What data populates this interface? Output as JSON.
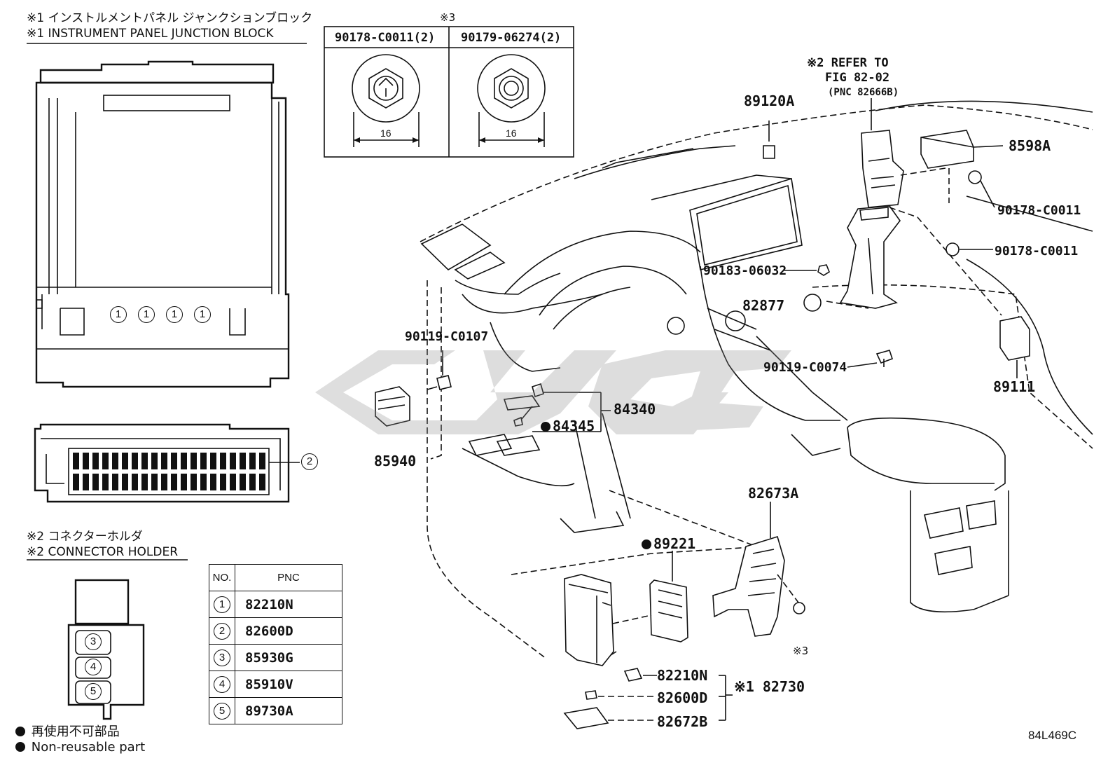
{
  "header": {
    "jb_jp": "※1 インストルメントパネル ジャンクションブロック",
    "jb_en": "※1 INSTRUMENT PANEL JUNCTION BLOCK",
    "ch_jp": "※2 コネクターホルダ",
    "ch_en": "※2 CONNECTOR HOLDER"
  },
  "fastener_box": {
    "marker": "※3",
    "left_part": "90178-C0011(2)",
    "right_part": "90179-06274(2)",
    "left_dim": "16",
    "right_dim": "16"
  },
  "junction_markers": [
    "1",
    "1",
    "1",
    "1"
  ],
  "connector_marker": "2",
  "holder_markers": [
    "3",
    "4",
    "5"
  ],
  "pnc_table": {
    "col_no": "NO.",
    "col_pnc": "PNC",
    "rows": [
      {
        "no": "1",
        "pnc": "82210N"
      },
      {
        "no": "2",
        "pnc": "82600D"
      },
      {
        "no": "3",
        "pnc": "85930G"
      },
      {
        "no": "4",
        "pnc": "85910V"
      },
      {
        "no": "5",
        "pnc": "89730A"
      }
    ]
  },
  "legend": {
    "jp": "再使用不可部品",
    "en": "Non-reusable part"
  },
  "refer": {
    "line1": "※2 REFER TO",
    "line2": "FIG 82-02",
    "line3": "(PNC 82666B)"
  },
  "parts": {
    "p89120A": "89120A",
    "p8598A": "8598A",
    "p90178a": "90178-C0011",
    "p90178b": "90178-C0011",
    "p90183": "90183-06032",
    "p82877": "82877",
    "p90119a": "90119-C0107",
    "p90119b": "90119-C0074",
    "p89111": "89111",
    "p84340": "84340",
    "p84345": "84345",
    "p85940": "85940",
    "p82673A": "82673A",
    "p89221": "89221",
    "marker3": "※3",
    "p82210N": "82210N",
    "p82600D": "82600D",
    "p82672B": "82672B",
    "p82730": "※1 82730"
  },
  "figure_code": "84L469C",
  "watermark": "ᑕᓁᕼᑕ"
}
